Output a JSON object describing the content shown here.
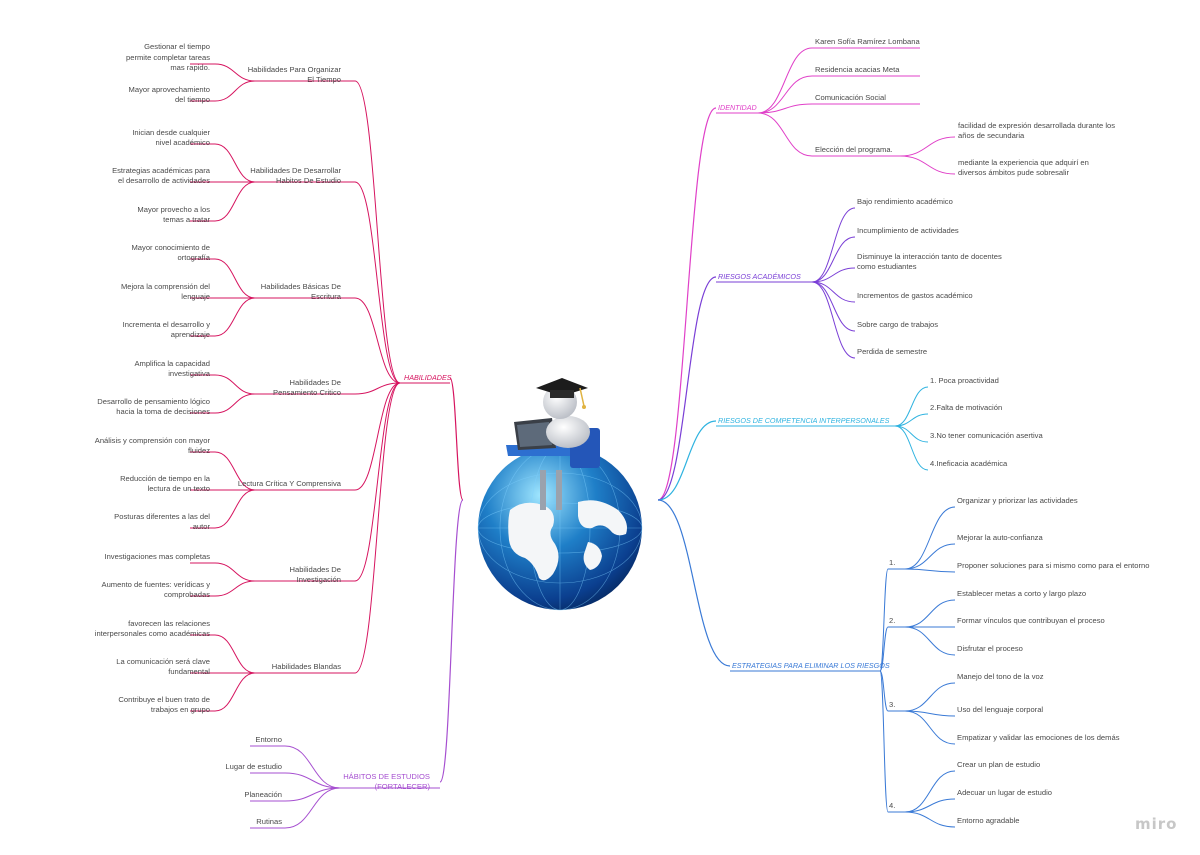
{
  "colors": {
    "habilidades": "#d6145f",
    "habitos": "#a64fd0",
    "identidad": "#e040c8",
    "riesgos_academicos": "#7a3fd6",
    "riesgos_competencia": "#2fb3e0",
    "estrategias": "#3a7ad6"
  },
  "center": {
    "icon": "globe-student-icon"
  },
  "branches": {
    "habilidades": "HABILIDADES",
    "habitos": "HÁBITOS  DE ESTUDIOS\n(FORTALECER)",
    "identidad": "IDENTIDAD",
    "riesgos_academicos": "RIESGOS ACADÉMICOS",
    "riesgos_competencia": "RIESGOS DE COMPETENCIA INTERPERSONALES",
    "estrategias": "ESTRATEGIAS PARA ELIMINAR LOS RIESGOS"
  },
  "habilidades": [
    {
      "label": "Habilidades Para Organizar\nEl Tiempo",
      "items": [
        "Gestionar el tiempo\npermite completar tareas\nmas rapido.",
        "Mayor aprovechamiento\ndel tiempo"
      ]
    },
    {
      "label": "Habilidades De Desarrollar\nHabitos De Estudio",
      "items": [
        "Inician desde cualquier\nnivel académico",
        "Estrategias académicas para\nel desarrollo  de actividades",
        "Mayor provecho a los\ntemas a tratar"
      ]
    },
    {
      "label": "Habilidades Básicas De\nEscritura",
      "items": [
        "Mayor conocimiento de\nortografía",
        "Mejora la comprensión del\nlenguaje",
        "Incrementa el desarrollo y\naprendizaje"
      ]
    },
    {
      "label": "Habilidades De\nPensamiento Critico",
      "items": [
        "Amplifica  la capacidad\ninvestigativa",
        "Desarrollo de pensamiento lógico\nhacia  la toma de decisiones"
      ]
    },
    {
      "label": "Lectura Crítica Y Comprensiva",
      "items": [
        "Análisis y  comprensión  con mayor\nfluidez",
        "Reducción de tiempo  en la\nlectura de un texto",
        "Posturas  diferentes a las del\nautor"
      ]
    },
    {
      "label": "Habilidades De\nInvestigación",
      "items": [
        "Investigaciones mas completas",
        "Aumento de fuentes: verídicas y\ncomprobadas"
      ]
    },
    {
      "label": "Habilidades Blandas",
      "items": [
        "favorecen las relaciones\ninterpersonales como académicas",
        "La comunicación será clave\nfundamental",
        "Contribuye  el buen trato de\ntrabajos en grupo"
      ]
    }
  ],
  "habitos": [
    "Entorno",
    "Lugar de estudio",
    "Planeación",
    "Rutinas"
  ],
  "identidad": {
    "items": [
      "Karen Sofía Ramírez Lombana",
      "Residencia acacias Meta",
      "Comunicación Social",
      "Elección del programa."
    ],
    "eleccion": [
      "facilidad de expresión desarrollada  durante los\naños de secundaria",
      "mediante la experiencia que adquirí  en\ndiversos ámbitos pude sobresalir"
    ]
  },
  "riesgos_academicos": [
    "Bajo rendimiento académico",
    "Incumplimiento de actividades",
    "Disminuye la interacción tanto de docentes\ncomo estudiantes",
    "Incrementos de gastos académico",
    "Sobre cargo de trabajos",
    "Perdida de semestre"
  ],
  "riesgos_competencia": [
    "1.  Poca proactividad",
    "2.Falta de motivación",
    "3.No tener comunicación asertiva",
    "4.Ineficacia académica"
  ],
  "estrategias": [
    {
      "label": "1.",
      "items": [
        "Organizar y priorizar las actividades",
        "Mejorar la auto-confianza",
        "Proponer  soluciones para si mismo como para el entorno"
      ]
    },
    {
      "label": "2.",
      "items": [
        "Establecer metas a corto y largo plazo",
        "Formar vínculos  que contribuyan el proceso",
        "Disfrutar el proceso"
      ]
    },
    {
      "label": "3.",
      "items": [
        "Manejo del tono de la voz",
        "Uso del lenguaje corporal",
        "Empatizar y validar las emociones de los demás"
      ]
    },
    {
      "label": "4.",
      "items": [
        "Crear un plan de estudio",
        "Adecuar un lugar de estudio",
        "Entorno agradable"
      ]
    }
  ],
  "watermark": "miro"
}
